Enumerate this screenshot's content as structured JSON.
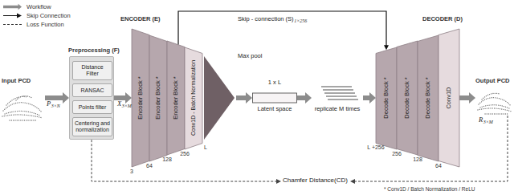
{
  "diagram": {
    "nodes": [
      {
        "text": [
          "Input PCD"
        ]
      },
      {
        "text": [
          "Preprocessing (F)"
        ]
      },
      {
        "text": [
          "Distance Filter"
        ],
        "in": 1
      },
      {
        "text": [
          "RANSAC"
        ],
        "in": 1
      },
      {
        "text": [
          "Points filter"
        ],
        "in": 1
      },
      {
        "text": [
          "Centering and normalization"
        ],
        "in": 1
      },
      {
        "text": [
          "ENCODER (E)"
        ]
      },
      {
        "text": [
          "Encoder Block *"
        ],
        "in": 6
      },
      {
        "text": [
          "Encoder Block *"
        ],
        "in": 6
      },
      {
        "text": [
          "Encoder Block *"
        ],
        "in": 6
      },
      {
        "text": [
          "Conv1D - Batch Normalization"
        ],
        "in": 6
      },
      {
        "text": [
          "Max pool"
        ]
      },
      {
        "text": [
          "1 x L",
          "Latent space"
        ]
      },
      {
        "text": [
          "replicate M times"
        ]
      },
      {
        "text": [
          "DECODER (D)"
        ]
      },
      {
        "text": [
          "Decode Block *"
        ],
        "in": 14
      },
      {
        "text": [
          "Decode Block *"
        ],
        "in": 14
      },
      {
        "text": [
          "Decode Block *"
        ],
        "in": 14
      },
      {
        "text": [
          "Conv1D"
        ],
        "in": 14
      },
      {
        "text": [
          "Output PCD"
        ]
      },
      {
        "text": [
          "Chamfer Distance(CD)"
        ]
      }
    ],
    "edges": [
      {
        "from": 0,
        "to": 1,
        "arrow": "to"
      },
      {
        "from": 1,
        "to": 6,
        "arrow": "to"
      },
      {
        "from": 11,
        "to": 12,
        "arrow": "to"
      },
      {
        "from": 12,
        "to": 13,
        "arrow": "to"
      },
      {
        "from": 13,
        "to": 14,
        "arrow": "to"
      },
      {
        "from": 14,
        "to": 19,
        "arrow": "to"
      },
      {
        "from": 9,
        "to": 15,
        "arrow": "to"
      },
      {
        "from": 1,
        "to": 20,
        "arrow": "to"
      },
      {
        "from": 19,
        "to": 20,
        "arrow": "to"
      }
    ],
    "labels": [
      "P",
      "3×N",
      "X",
      "3×M",
      "Skip - connection (S)",
      "1×256",
      "3",
      "64",
      "128",
      "256",
      "L",
      "L +256",
      "256",
      "128",
      "64",
      "R",
      "3×M",
      "* Conv1D / Batch Normalization / ReLU"
    ],
    "legend": [
      {
        "text": "Workflow"
      },
      {
        "text": "Skip Connection"
      },
      {
        "text": "Loss Function"
      }
    ]
  }
}
